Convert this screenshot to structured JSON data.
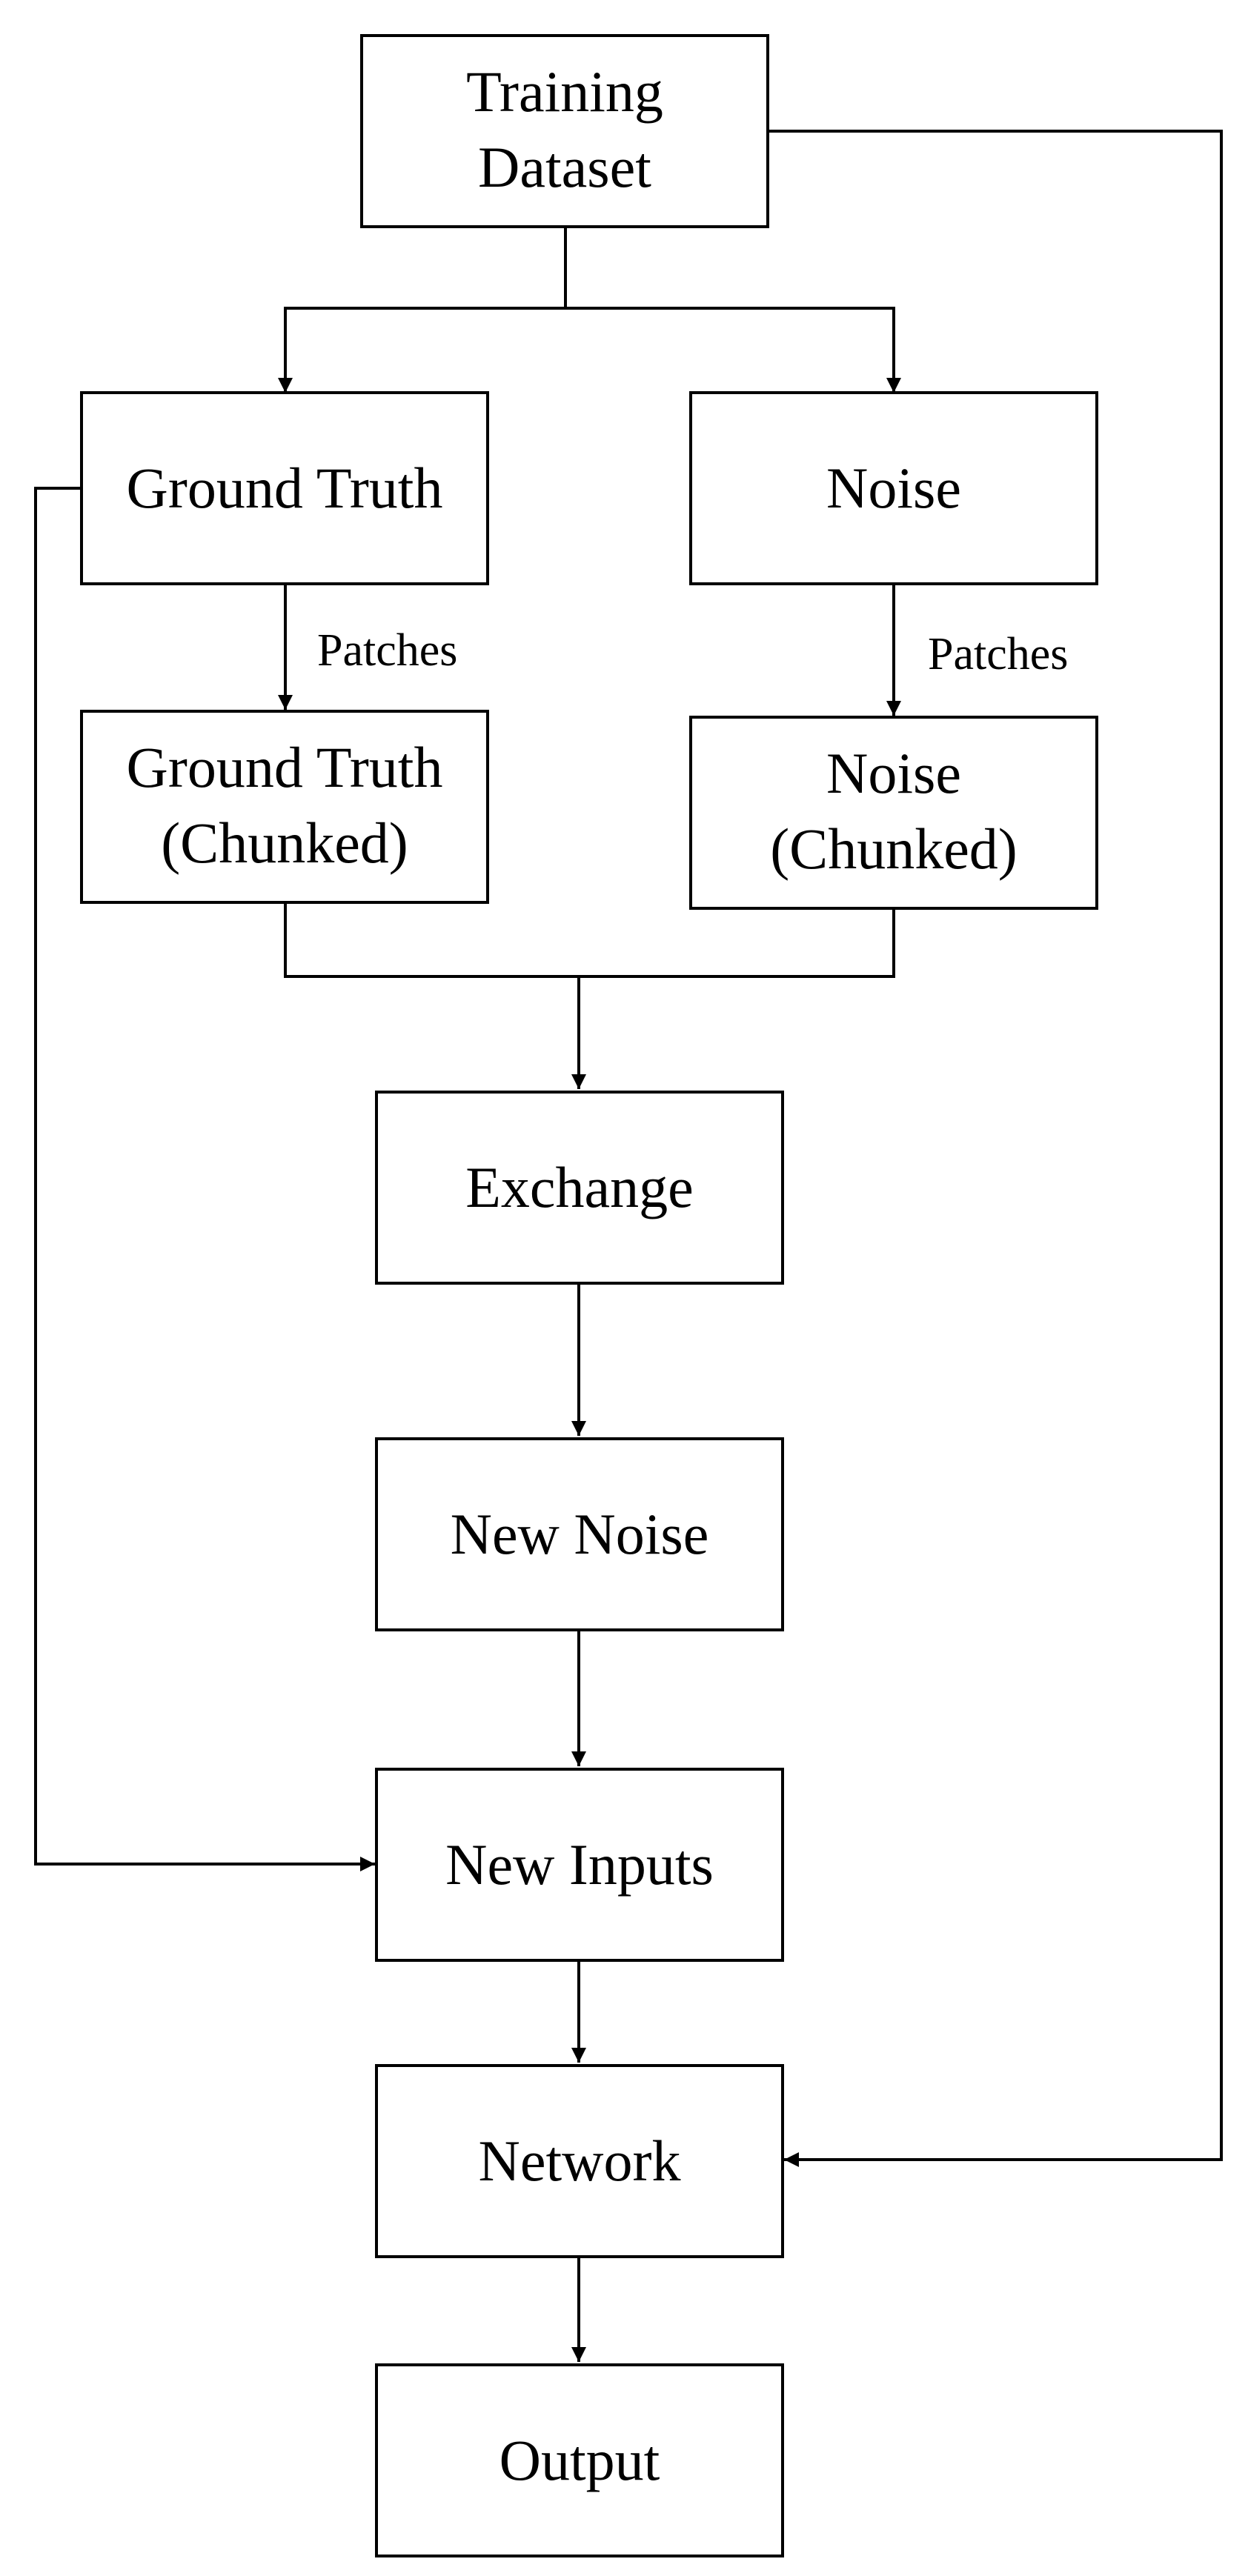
{
  "nodes": {
    "training_dataset": {
      "lines": [
        "Training",
        "Dataset"
      ]
    },
    "ground_truth": {
      "lines": [
        "Ground Truth"
      ]
    },
    "noise": {
      "lines": [
        "Noise"
      ]
    },
    "ground_truth_chunked": {
      "lines": [
        "Ground Truth",
        "(Chunked)"
      ]
    },
    "noise_chunked": {
      "lines": [
        "Noise",
        "(Chunked)"
      ]
    },
    "exchange": {
      "lines": [
        "Exchange"
      ]
    },
    "new_noise": {
      "lines": [
        "New Noise"
      ]
    },
    "new_inputs": {
      "lines": [
        "New Inputs"
      ]
    },
    "network": {
      "lines": [
        "Network"
      ]
    },
    "output": {
      "lines": [
        "Output"
      ]
    }
  },
  "edge_labels": {
    "gt_patches": "Patches",
    "noise_patches": "Patches"
  }
}
